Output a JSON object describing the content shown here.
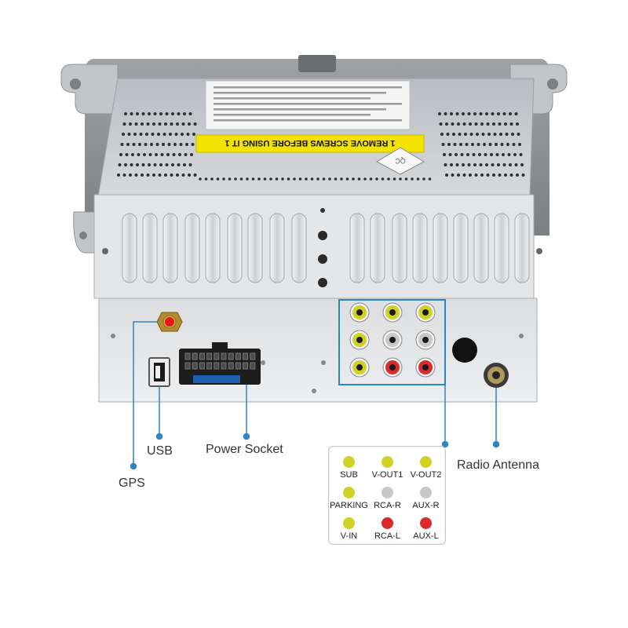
{
  "labels": {
    "gps": "GPS",
    "usb": "USB",
    "power_socket": "Power Socket",
    "radio_antenna": "Radio Antenna"
  },
  "warning_sticker": "1 REMOVE SCREWS BEFORE USING IT 1",
  "legend": [
    {
      "label": "SUB",
      "color": "#cfd225"
    },
    {
      "label": "V-OUT1",
      "color": "#cfd225"
    },
    {
      "label": "V-OUT2",
      "color": "#cfd225"
    },
    {
      "label": "PARKING",
      "color": "#cfd225"
    },
    {
      "label": "RCA-R",
      "color": "#c8c8c8"
    },
    {
      "label": "AUX-R",
      "color": "#c8c8c8"
    },
    {
      "label": "V-IN",
      "color": "#cfd225"
    },
    {
      "label": "RCA-L",
      "color": "#d92b2b"
    },
    {
      "label": "AUX-L",
      "color": "#d92b2b"
    }
  ],
  "colors": {
    "callout_line": "#2e86c1",
    "chassis": "#cfd3d6",
    "panel": "#e9eaec",
    "sticker": "#f4e300",
    "connector_yellow": "#cfd225",
    "connector_white": "#d8d8d8",
    "connector_red": "#d92b2b"
  }
}
